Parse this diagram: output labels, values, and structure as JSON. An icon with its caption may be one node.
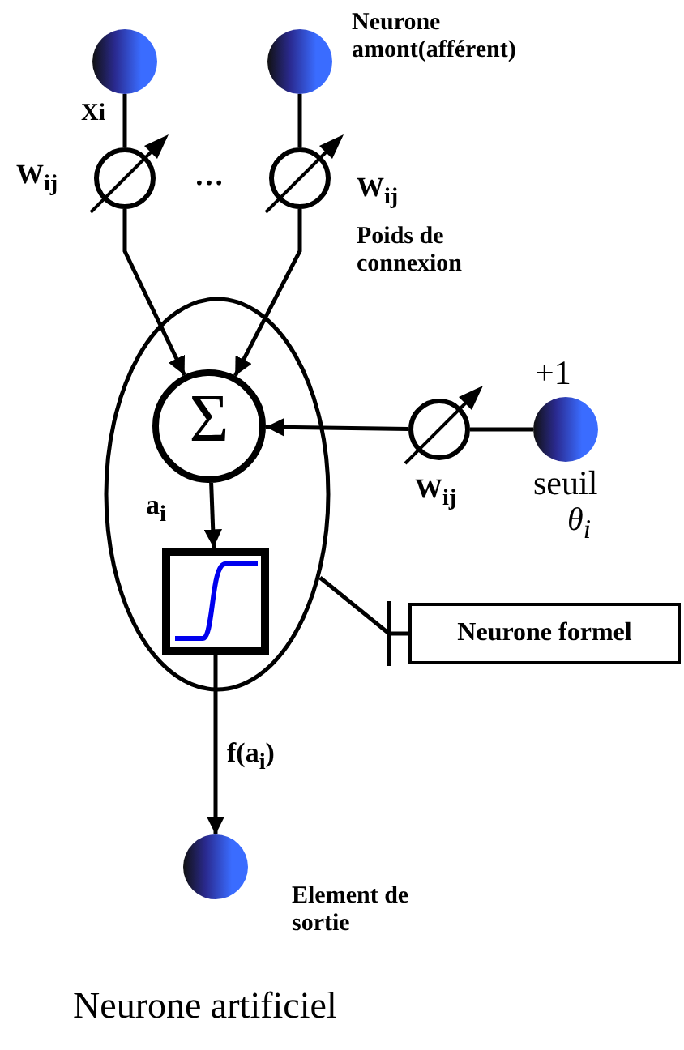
{
  "diagram": {
    "caption": "Neurone artificiel",
    "nodes": [
      {
        "text": [],
        "shape": "circle"
      },
      {
        "text": [],
        "shape": "circle",
        "beside": [
          "Neurone amont(afférent)"
        ]
      },
      {
        "text": [],
        "shape": "circle",
        "beside": [
          "W$_{ij}$"
        ]
      },
      {
        "text": [],
        "shape": "circle",
        "beside": [
          "W$_{ij}$",
          "Poids de connexion"
        ]
      },
      {
        "text": [],
        "shape": "ellipse"
      },
      {
        "text": [
          "Σ"
        ],
        "in": 4
      },
      {
        "text": [],
        "shape": "box",
        "in": 4
      },
      {
        "text": [],
        "shape": "circle",
        "beside": [
          "W$_{ij}$"
        ]
      },
      {
        "text": [],
        "shape": "circle",
        "beside": [
          "+1",
          "seuil",
          "θ$_{i}$"
        ]
      },
      {
        "text": [],
        "shape": "circle",
        "beside": [
          "Element de sortie"
        ]
      },
      {
        "text": [
          "Neurone formel"
        ]
      }
    ],
    "edges": [
      {
        "from": 0,
        "to": 2,
        "arrow": "none",
        "label": "Xi"
      },
      {
        "from": 1,
        "to": 3,
        "arrow": "none"
      },
      {
        "from": 2,
        "to": 5,
        "arrow": "to"
      },
      {
        "from": 3,
        "to": 5,
        "arrow": "to"
      },
      {
        "from": 8,
        "to": 7,
        "arrow": "none"
      },
      {
        "from": 7,
        "to": 5,
        "arrow": "to"
      },
      {
        "from": 5,
        "to": 6,
        "arrow": "to",
        "label": "a$_{i}$"
      },
      {
        "from": 6,
        "to": 9,
        "arrow": "to",
        "label": "f(a$_{i}$)"
      },
      {
        "from": 10,
        "to": 4,
        "arrow": "none"
      }
    ],
    "labels": [
      "…"
    ]
  }
}
